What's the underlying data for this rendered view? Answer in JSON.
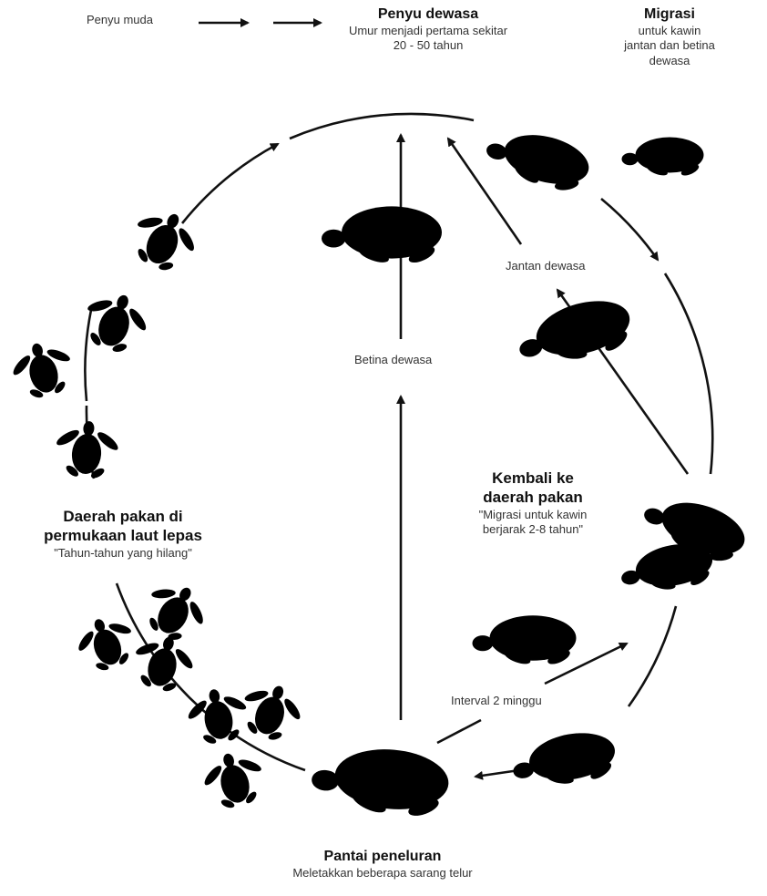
{
  "labels": {
    "juvenile": "Penyu muda",
    "adult_title": "Penyu dewasa",
    "adult_sub": "Umur menjadi pertama sekitar",
    "adult_age": "20 - 50 tahun",
    "migration_title": "Migrasi",
    "migration_sub1": "untuk kawin",
    "migration_sub2": "jantan dan betina",
    "migration_sub3": "dewasa",
    "adult_male": "Jantan dewasa",
    "adult_female": "Betina dewasa",
    "return_title1": "Kembali ke",
    "return_title2": "daerah pakan",
    "return_note1": "\"Migrasi untuk kawin",
    "return_note2": "berjarak 2-8 tahun\"",
    "feeding_title1": "Daerah pakan di",
    "feeding_title2": "permukaan laut lepas",
    "feeding_note": "\"Tahun-tahun yang hilang\"",
    "interval": "Interval 2 minggu",
    "beach_title": "Pantai peneluran",
    "beach_sub": "Meletakkan beberapa sarang telur"
  },
  "colors": {
    "ink": "#111111",
    "shell": "#f6f6f6"
  }
}
